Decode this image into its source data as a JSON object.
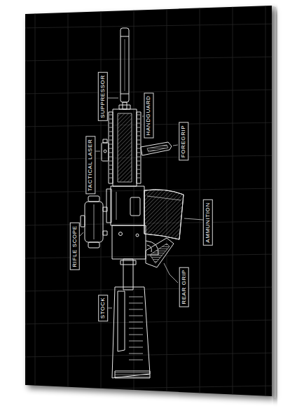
{
  "diagram": {
    "nodes": [
      {
        "text": [
          "SUPPRESSOR"
        ]
      },
      {
        "text": [
          "HANDGUARD"
        ]
      },
      {
        "text": [
          "TACTICAL LASER"
        ]
      },
      {
        "text": [
          "FOREGRIP"
        ]
      },
      {
        "text": [
          "AMMUNITION"
        ]
      },
      {
        "text": [
          "RIFLE SCOPE"
        ]
      },
      {
        "text": [
          "REAR GRIP"
        ]
      },
      {
        "text": [
          "STOCK"
        ]
      }
    ]
  }
}
